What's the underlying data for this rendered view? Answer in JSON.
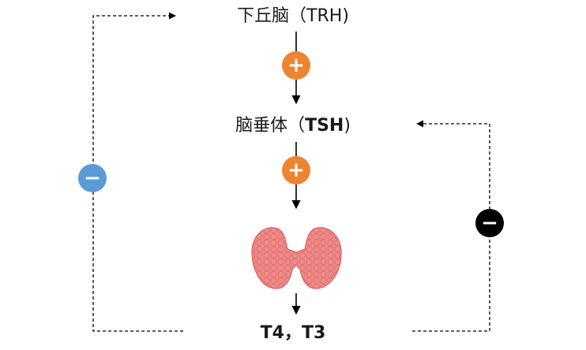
{
  "nodes": {
    "hypothalamus": "下丘脑（TRH)",
    "pituitary_name": "脑垂体（",
    "pituitary_hormone": "TSH",
    "pituitary_close": ")",
    "hormones": "T4，T3"
  },
  "signs": {
    "stimulate": "+",
    "inhibit": "−"
  },
  "colors": {
    "stimulate": "#ed8432",
    "inhibit_long_loop": "#5b9bd5",
    "inhibit_short_loop": "#000000",
    "gland": "#ee8a87"
  }
}
